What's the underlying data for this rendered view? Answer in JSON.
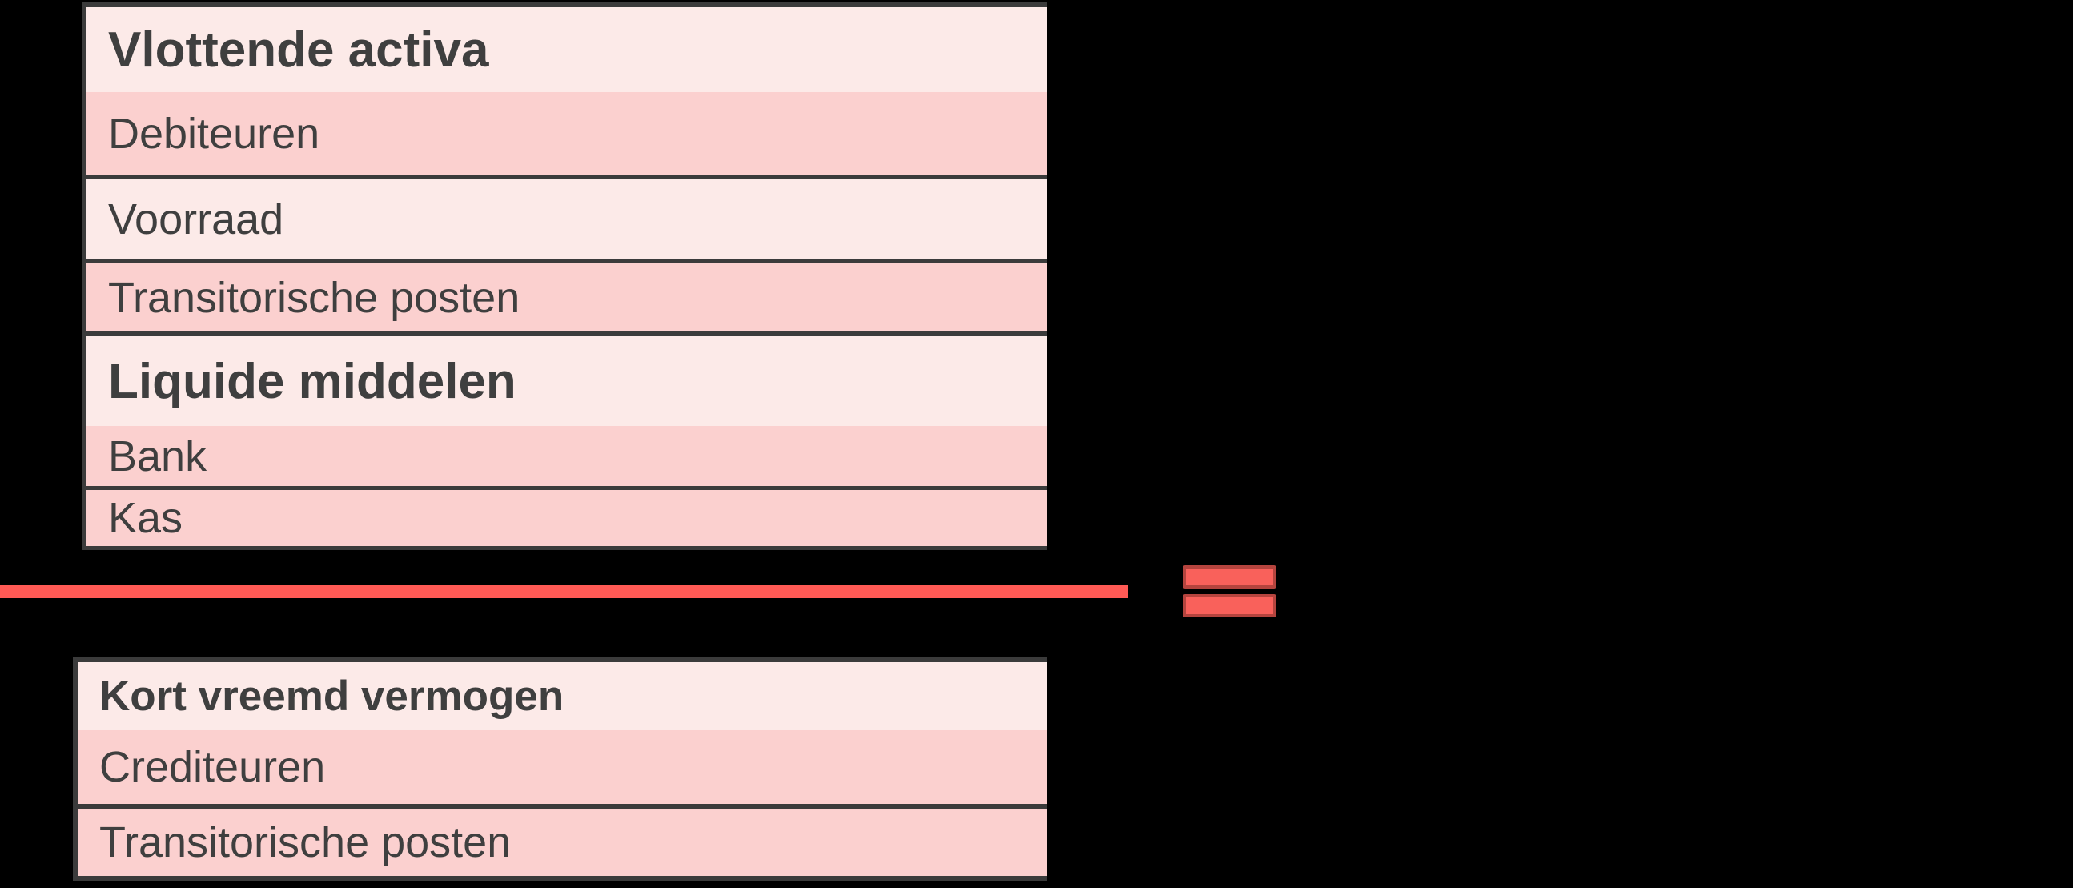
{
  "palette": {
    "background": "#000000",
    "box_border": "#3b3b3b",
    "row_light": "#fceae8",
    "row_dark": "#fbd0cf",
    "divider": "#3b3b3b",
    "text": "#3f3f3f",
    "fraction_line": "#ff5a55",
    "equals_fill": "#f9615b",
    "equals_border": "#b5443e"
  },
  "numerator_box": {
    "rows": [
      {
        "label": "Vlottende activa",
        "type": "section-header",
        "shade": "light"
      },
      {
        "label": "Debiteuren",
        "type": "item",
        "shade": "dark"
      },
      {
        "label": "Voorraad",
        "type": "item",
        "shade": "light"
      },
      {
        "label": "Transitorische posten",
        "type": "item",
        "shade": "dark"
      },
      {
        "label": "Liquide middelen",
        "type": "section-header",
        "shade": "light"
      },
      {
        "label": "Bank",
        "type": "item",
        "shade": "dark"
      },
      {
        "label": "Kas",
        "type": "item",
        "shade": "dark"
      }
    ]
  },
  "denominator_box": {
    "rows": [
      {
        "label": "Kort vreemd vermogen",
        "type": "section-header",
        "shade": "light"
      },
      {
        "label": "Crediteuren",
        "type": "item",
        "shade": "dark"
      },
      {
        "label": "Transitorische posten",
        "type": "item",
        "shade": "dark"
      }
    ]
  },
  "operator": {
    "symbol": "=",
    "name": "equals"
  }
}
